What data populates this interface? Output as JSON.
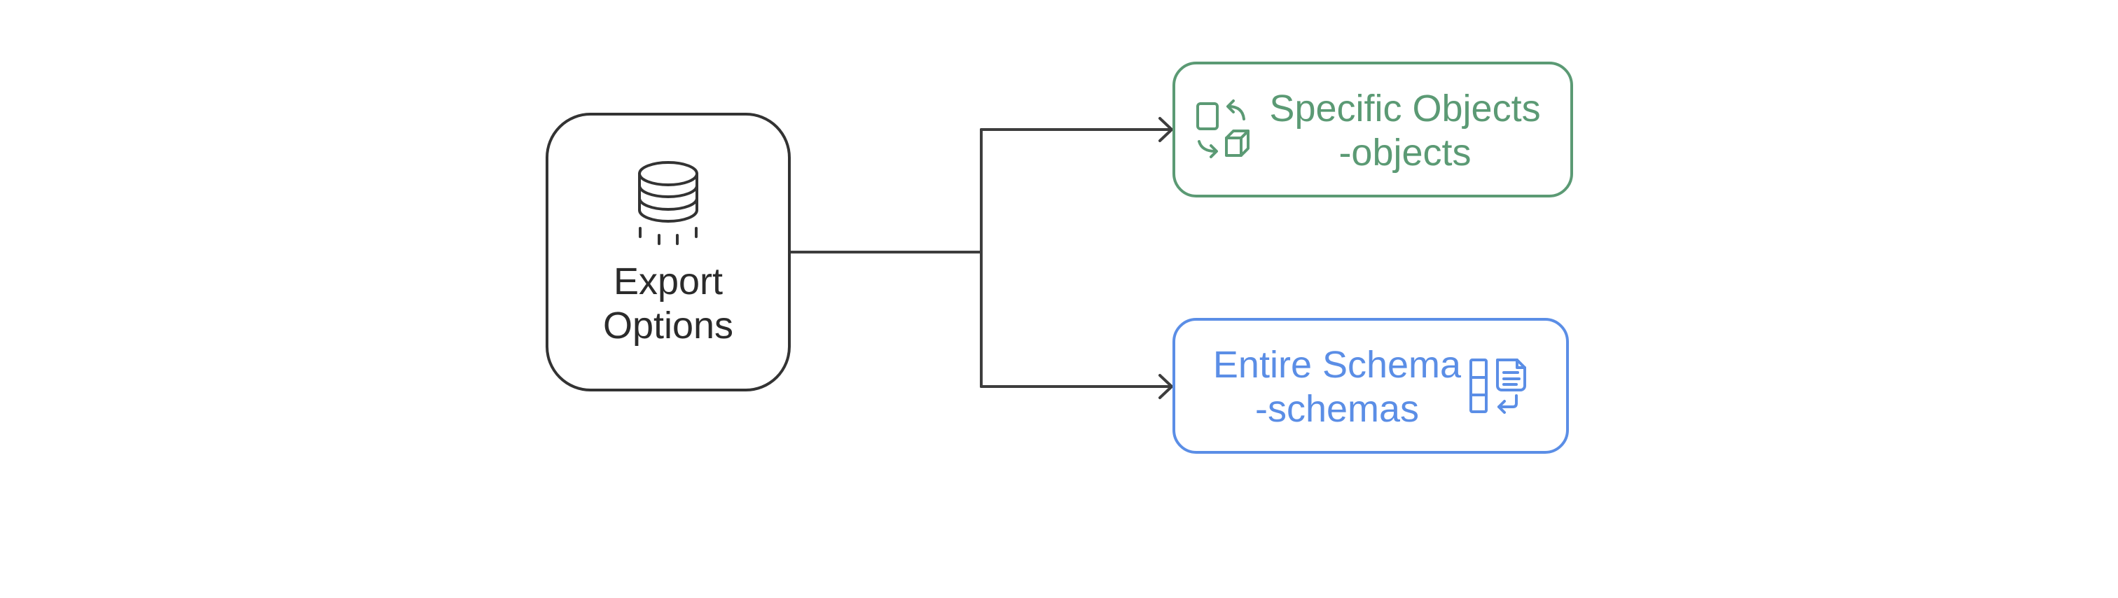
{
  "colors": {
    "background": "#ffffff",
    "root_stroke": "#333333",
    "root_text": "#2b2b2b",
    "connector": "#3d3d3d",
    "green": "#5b9a74",
    "blue": "#5b8ee6"
  },
  "root": {
    "icon": "database-icon",
    "line1": "Export",
    "line2": "Options"
  },
  "branches": [
    {
      "icon": "convert-objects-icon",
      "line1": "Specific Objects",
      "line2": "-objects"
    },
    {
      "icon": "schema-return-icon",
      "line1": "Entire Schema",
      "line2": "-schemas"
    }
  ]
}
